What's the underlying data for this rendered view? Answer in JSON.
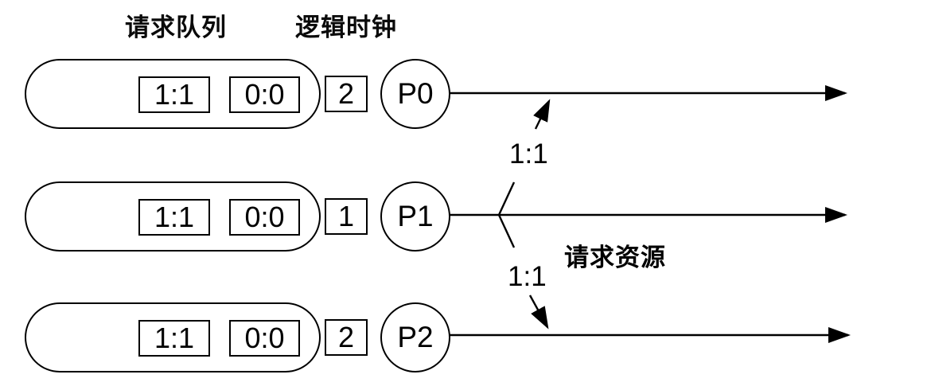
{
  "headers": {
    "request_queue": "请求队列",
    "logical_clock": "逻辑时钟"
  },
  "rows": [
    {
      "process": "P0",
      "clock": "2",
      "queue": [
        "1:1",
        "0:0"
      ]
    },
    {
      "process": "P1",
      "clock": "1",
      "queue": [
        "1:1",
        "0:0"
      ]
    },
    {
      "process": "P2",
      "clock": "2",
      "queue": [
        "1:1",
        "0:0"
      ]
    }
  ],
  "messages": {
    "to_p0_label": "1:1",
    "to_p2_label": "1:1",
    "action_label": "请求资源"
  },
  "colors": {
    "stroke": "#000000",
    "background": "#ffffff"
  }
}
